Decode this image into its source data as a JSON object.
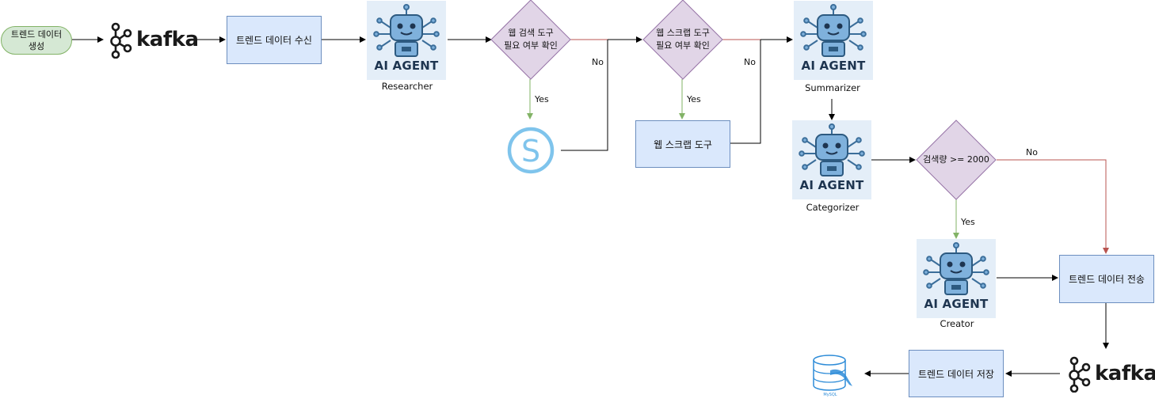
{
  "nodes": {
    "start": "트렌드 데이터\n생성",
    "kafka_top": "kafka",
    "kafka_bottom": "kafka",
    "receive": "트렌드 데이터 수신",
    "researcher": {
      "caption": "AI AGENT",
      "name": "Researcher"
    },
    "decision_search": "웹 검색 도구\n필요 여부 확인",
    "decision_scrape": "웹 스크랩 도구\n필요 여부 확인",
    "scrape_tool": "웹 스크랩 도구",
    "summarizer": {
      "caption": "AI AGENT",
      "name": "Summarizer"
    },
    "categorizer": {
      "caption": "AI AGENT",
      "name": "Categorizer"
    },
    "decision_volume": "검색량 >= 2000",
    "creator": {
      "caption": "AI AGENT",
      "name": "Creator"
    },
    "send": "트렌드 데이터 전송",
    "store": "트렌드 데이터 저장",
    "mysql": "MySQL"
  },
  "edge_labels": {
    "search_yes": "Yes",
    "search_no": "No",
    "scrape_yes": "Yes",
    "scrape_no": "No",
    "volume_yes": "Yes",
    "volume_no": "No"
  },
  "colors": {
    "process_fill": "#dae8fc",
    "process_stroke": "#6c8ebf",
    "decision_fill": "#e1d5e7",
    "decision_stroke": "#9673a6",
    "start_fill": "#d5e8d4",
    "yes_edge": "#82b366",
    "no_edge": "#b85450",
    "agent_bg": "#e4eef8",
    "search_icon": "#7fc4ec"
  }
}
